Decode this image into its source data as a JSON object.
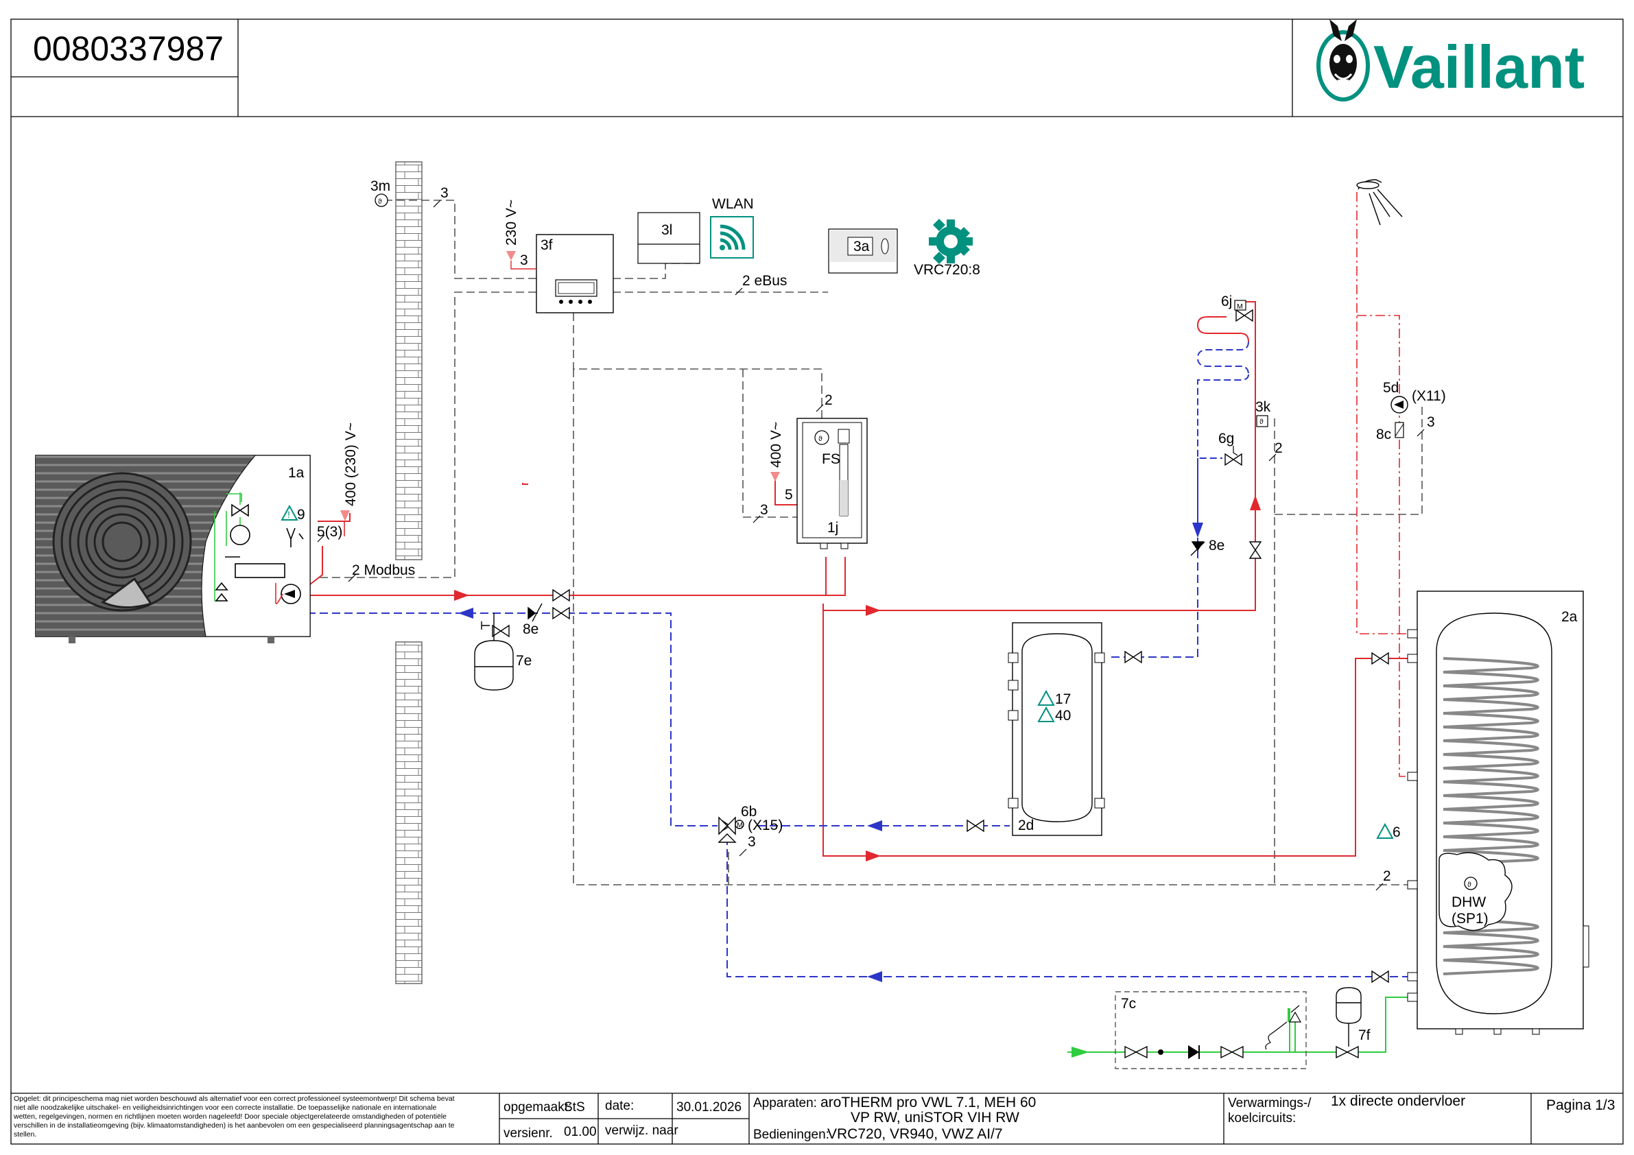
{
  "header": {
    "doc_number": "0080337987",
    "brand": "Vaillant",
    "colors": {
      "brand": "#00917f",
      "flow": "#e0282e",
      "return": "#2b35c8",
      "cold": "#2ecc40",
      "control": "#555555"
    }
  },
  "labels": {
    "c3m": "3m",
    "n3_a": "3",
    "v230": "230 V~",
    "n3_b": "3",
    "c3f": "3f",
    "c3l": "3l",
    "wlan": "WLAN",
    "c3a": "3a",
    "vrc": "VRC720:8",
    "ebus": "2 eBus",
    "c6j": "6j",
    "m6j": "M",
    "n2_fs": "2",
    "v400": "400 V~",
    "fs": "FS",
    "n5": "5",
    "n3_c": "3",
    "c1j": "1j",
    "c1a": "1a",
    "w9": "9",
    "v400230": "400 (230) V~",
    "n5_3": "5(3)",
    "modbus": "2 Modbus",
    "c8e_a": "8e",
    "c7e": "7e",
    "c3k": "3k",
    "c6g": "6g",
    "n2_b": "2",
    "c8e_b": "8e",
    "c5d": "5d",
    "x11": "(X11)",
    "c8c": "8c",
    "n3_d": "3",
    "c2a": "2a",
    "w17": "17",
    "w40": "40",
    "c2d": "2d",
    "c6b": "6b",
    "x15": "(X15)",
    "n3_e": "3",
    "w6": "6",
    "n2_c": "2",
    "dhw": "DHW",
    "sp1": "(SP1)",
    "c7c": "7c",
    "c7f": "7f",
    "m6b": "M",
    "theta": "ϑ"
  },
  "footer": {
    "disclaimer": [
      "Opgelet: dit principeschema mag niet worden beschouwd als alternatief voor een correct professioneel systeemontwerp! Dit schema bevat",
      "niet alle noodzakelijke uitschakel- en veiligheidsinrichtingen voor een correcte installatie. De toepasselijke nationale en internationale",
      "wetten, regelgevingen, normen en richtlijnen moeten worden nageleefd! Door speciale objectgerelateerde omstandigheden of potentiële",
      "verschillen in de installatieomgeving (bijv. klimaatomstandigheden) is het aanbevolen om een gespecialiseerd planningsagentschap aan te",
      "stellen."
    ],
    "made_label": "opgemaakt:",
    "made_value": "StS",
    "date_label": "date:",
    "date_value": "30.01.2026",
    "version_label": "versienr.",
    "version_value": "01.00",
    "ref_label": "verwijz. naar",
    "devices_label": "Apparaten:",
    "devices_line1": "aroTHERM pro VWL 7.1, MEH 60",
    "devices_line2": "VP RW, uniSTOR VIH RW",
    "controls_label": "Bedieningen:",
    "controls_value": "VRC720, VR940, VWZ AI/7",
    "circuits_label_1": "Verwarmings-/",
    "circuits_label_2": "koelcircuits:",
    "circuits_value": "1x directe ondervloer",
    "page": "Pagina 1/3"
  }
}
